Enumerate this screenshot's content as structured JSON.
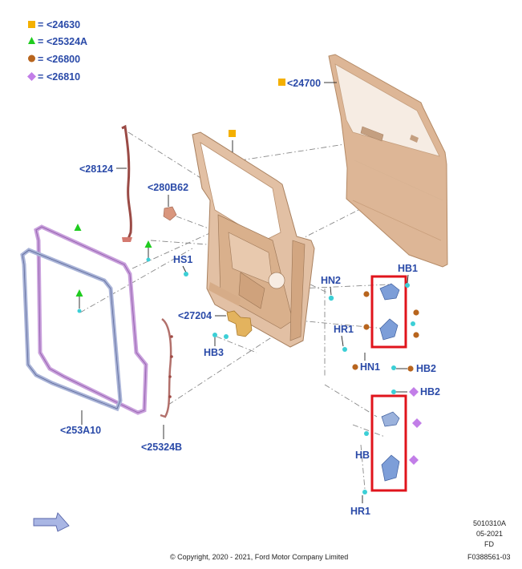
{
  "legend": [
    {
      "code": "<24630",
      "shape": "square",
      "color": "#f4b000"
    },
    {
      "code": "<25324A",
      "shape": "triangle",
      "color": "#1fcc1f"
    },
    {
      "code": "<26800",
      "shape": "circle",
      "color": "#b8651e"
    },
    {
      "code": "<26810",
      "shape": "diamond",
      "color": "#c27ee8"
    }
  ],
  "legend_equals": "=",
  "parts": {
    "p24700": "<24700",
    "p28124": "<28124",
    "p280B62": "<280B62",
    "hs1": "HS1",
    "hn2": "HN2",
    "hb1": "HB1",
    "hr1_upper": "HR1",
    "hn1": "HN1",
    "hb2_upper": "HB2",
    "p27204": "<27204",
    "hb3": "HB3",
    "hb2_lower": "HB2",
    "hb_lower": "HB",
    "hr1_lower": "HR1",
    "p253A10": "<253A10",
    "p25324B": "<25324B"
  },
  "footer": {
    "ref1": "5010310A",
    "ref2": "05-2021",
    "ref3": "FD",
    "ref4": "F0388561-03",
    "copyright": "© Copyright, 2020 - 2021, Ford Motor Company Limited"
  },
  "colors": {
    "label": "#2a4aa8",
    "highlight_box": "#e0141c",
    "door_panel": "#ddb696",
    "door_frame": "#e2c0a4",
    "seal_purple": "#c9a0dc",
    "seal_blue": "#aab4d8",
    "clip_cyan": "#3ccfd6",
    "hinge_blue": "#7d9ed8"
  }
}
